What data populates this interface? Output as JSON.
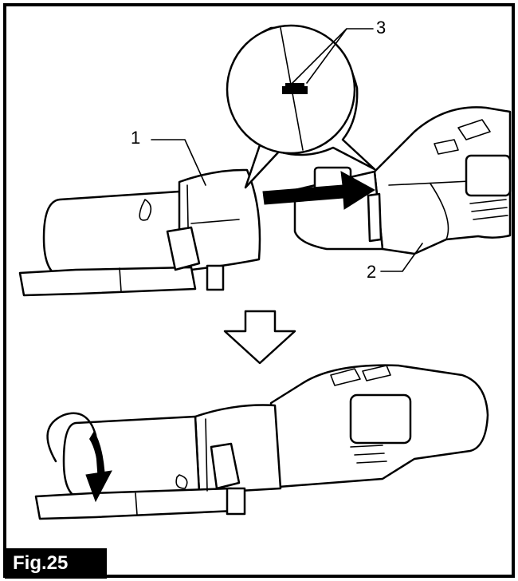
{
  "figure": {
    "label": "Fig.25"
  },
  "callouts": [
    {
      "id": "callout-1",
      "text": "1"
    },
    {
      "id": "callout-2",
      "text": "2"
    },
    {
      "id": "callout-3",
      "text": "3"
    }
  ],
  "colors": {
    "ink": "#000000",
    "paper": "#ffffff",
    "label_bg": "#000000"
  }
}
